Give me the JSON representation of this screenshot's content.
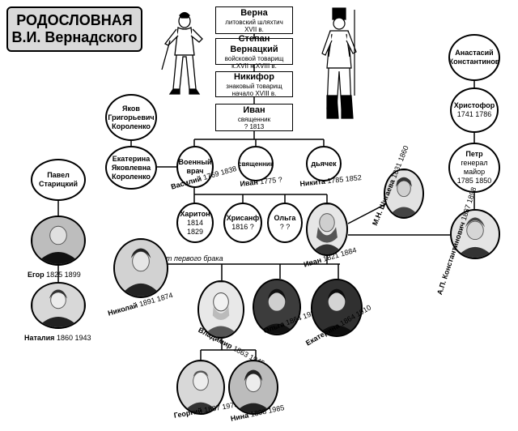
{
  "title": {
    "line1": "РОДОСЛОВНАЯ",
    "line2": "В.И. Вернадского"
  },
  "ancestors": [
    {
      "name": "Верна",
      "desc1": "литовский шляхтич",
      "desc2": "XVII в."
    },
    {
      "name": "Степан Вернацкий",
      "desc1": "войсковой товарищ",
      "desc2": "к.XVII   н.XVIII в."
    },
    {
      "name": "Никифор",
      "desc1": "знаковый товарищ",
      "desc2": "начало XVIII в."
    },
    {
      "name": "Иван",
      "desc1": "священник",
      "desc2": "?  1813"
    }
  ],
  "korolenko": {
    "yakov": {
      "line1": "Яков",
      "line2": "Григорьевич",
      "line3": "Короленко"
    },
    "ekaterina": {
      "line1": "Екатерина",
      "line2": "Яковлевна",
      "line3": "Короленко"
    }
  },
  "ivan_sons": {
    "vasiliy": {
      "line1": "Военный",
      "line2": "врач",
      "name": "Василий",
      "years": "1769 1838"
    },
    "ivan": {
      "line1": "священник",
      "name": "Иван",
      "years": "1775 ?"
    },
    "nikita": {
      "line1": "дьячек",
      "name": "Никита",
      "years": "1785 1852"
    }
  },
  "vasiliy_children": [
    {
      "name": "Харитон",
      "years": "1814 1829"
    },
    {
      "name": "Хрисанф",
      "years": "1816 ?"
    },
    {
      "name": "Ольга",
      "years": "?   ?"
    }
  ],
  "ivan_vi": {
    "name": "Иван",
    "years": "1821 1884"
  },
  "shigaeva": {
    "name": "М.Н. Шигаева",
    "years": "1831 1860"
  },
  "konstantinovich": {
    "name": "А.П. Константинович",
    "years": "1837 1898"
  },
  "konstantinov_line": [
    {
      "line1": "Анастасий",
      "line2": "Константинов"
    },
    {
      "line1": "Христофор",
      "line2": "1741 1786"
    },
    {
      "line1": "Петр",
      "line2": "генерал майор",
      "line3": "1785 1850"
    }
  ],
  "staritsky": {
    "pavel": {
      "line1": "Павел",
      "line2": "Старицкий"
    },
    "egor": {
      "name": "Егор",
      "years": "1825 1899"
    },
    "natalia": {
      "name": "Наталия",
      "years": "1860 1943"
    }
  },
  "first_marriage_note": "от первого брака",
  "children": {
    "nikolay": {
      "name": "Николай",
      "years": "1891 1874"
    },
    "vladimir": {
      "name": "Владимир",
      "years": "1863 1945"
    },
    "olga": {
      "name": "Ольга",
      "years": "1864 1920"
    },
    "ekaterina": {
      "name": "Екатерина",
      "years": "1864 1910"
    }
  },
  "grandchildren": {
    "georgiy": {
      "name": "Георгий",
      "years": "1887 1973"
    },
    "nina": {
      "name": "Нина",
      "years": "1898 1985"
    }
  },
  "colors": {
    "line": "#000000",
    "title_bg": "#d9d9d9",
    "photo_dark": "#3a3a3a"
  },
  "icons": [
    "cossack-figure-icon",
    "soldier-figure-icon",
    "portrait-photo-icon"
  ]
}
